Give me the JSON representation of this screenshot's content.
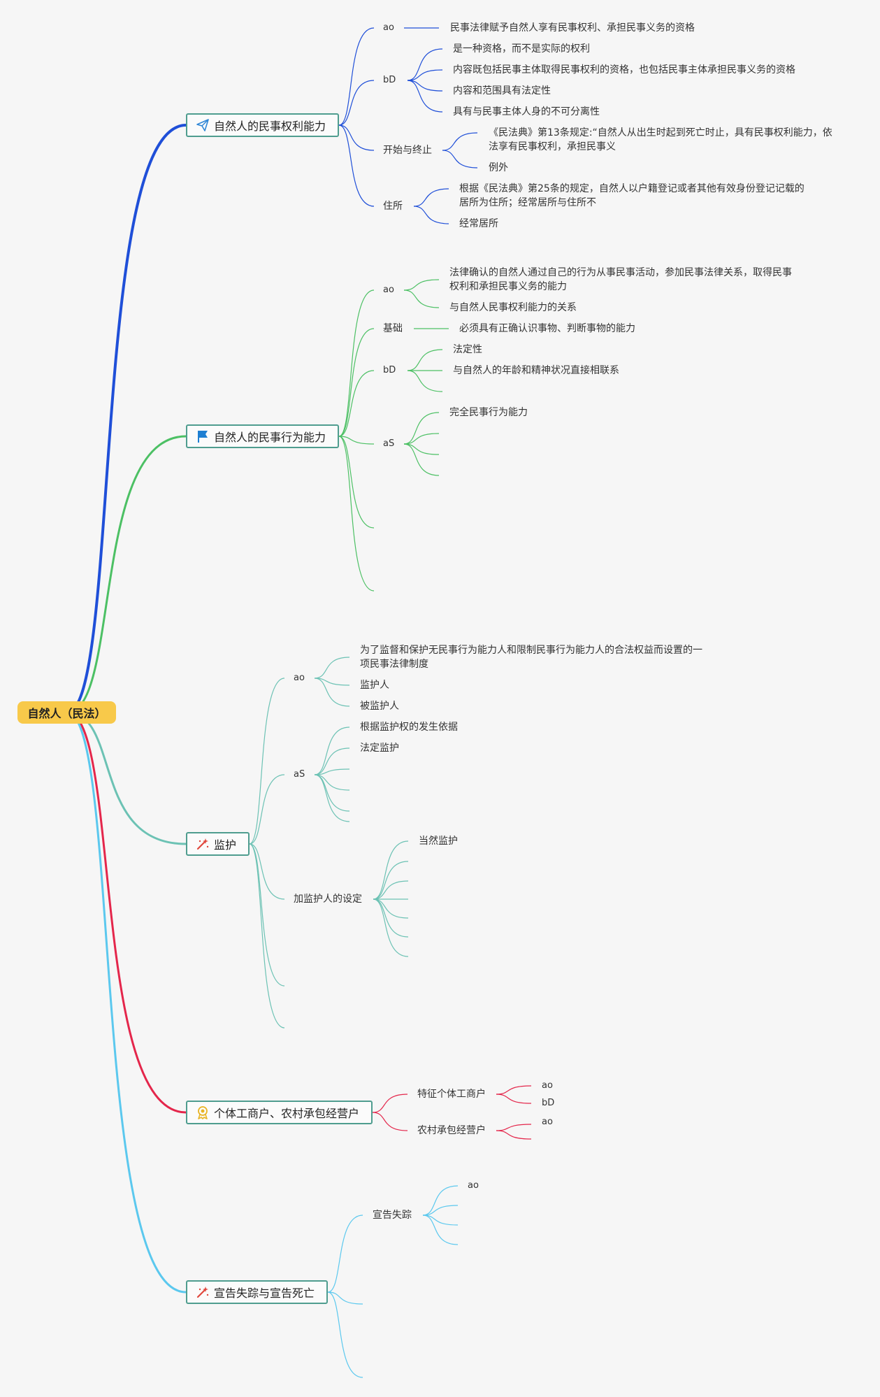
{
  "colors": {
    "blue": "#1f4fd8",
    "green": "#4cc064",
    "teal": "#6cc2b4",
    "red": "#e4264b",
    "sky": "#5bc8ee",
    "root_fill": "#f8c94a",
    "topic_border": "#4f9d8f"
  },
  "root": {
    "label": "自然人（民法）"
  },
  "topics": {
    "capacity_rights": {
      "label": "自然人的民事权利能力",
      "icon": "paper-plane-icon"
    },
    "capacity_act": {
      "label": "自然人的民事行为能力",
      "icon": "flag-icon"
    },
    "guardianship": {
      "label": "监护",
      "icon": "magic-wand-icon"
    },
    "household": {
      "label": "个体工商户、农村承包经营户",
      "icon": "award-ribbon-icon"
    },
    "missing_death": {
      "label": "宣告失踪与宣告死亡",
      "icon": "magic-wand-icon"
    }
  },
  "n": {
    "r_ao": "ao",
    "r_ao_1": "民事法律赋予自然人享有民事权利、承担民事义务的资格",
    "r_bd": "bD",
    "r_bd_1": "是一种资格，而不是实际的权利",
    "r_bd_2": "内容既包括民事主体取得民事权利的资格，也包括民事主体承担民事义务的资格",
    "r_bd_3": "内容和范围具有法定性",
    "r_bd_4": "具有与民事主体人身的不可分离性",
    "r_start": "开始与终止",
    "r_start_1": "《民法典》第13条规定:“自然人从出生时起到死亡时止，具有民事权利能力，依法享有民事权利，承担民事义",
    "r_start_2": "例外",
    "r_dom": "住所",
    "r_dom_1": "根据《民法典》第25条的规定，自然人以户籍登记或者其他有效身份登记记载的居所为住所；经常居所与住所不",
    "r_dom_2": "经常居所",
    "a_ao": "ao",
    "a_ao_1": "法律确认的自然人通过自己的行为从事民事活动，参加民事法律关系，取得民事权利和承担民事义务的能力",
    "a_ao_2": "与自然人民事权利能力的关系",
    "a_base": "基础",
    "a_base_1": "必须具有正确认识事物、判断事物的能力",
    "a_bd": "bD",
    "a_bd_1": "法定性",
    "a_bd_2": "与自然人的年龄和精神状况直接相联系",
    "a_as": "aS",
    "a_as_1": "完全民事行为能力",
    "g_ao": "ao",
    "g_ao_1": "为了监督和保护无民事行为能力人和限制民事行为能力人的合法权益而设置的一项民事法律制度",
    "g_ao_2": "监护人",
    "g_ao_3": "被监护人",
    "g_as": "aS",
    "g_as_1": "根据监护权的发生依据",
    "g_as_2": "法定监护",
    "g_set": "加监护人的设定",
    "g_set_1": "当然监护",
    "h_char": "特征个体工商户",
    "h_char_1": "ao",
    "h_char_2": "bD",
    "h_rural": "农村承包经营户",
    "h_rural_1": "ao",
    "m_missing": "宣告失踪",
    "m_missing_1": "ao"
  }
}
